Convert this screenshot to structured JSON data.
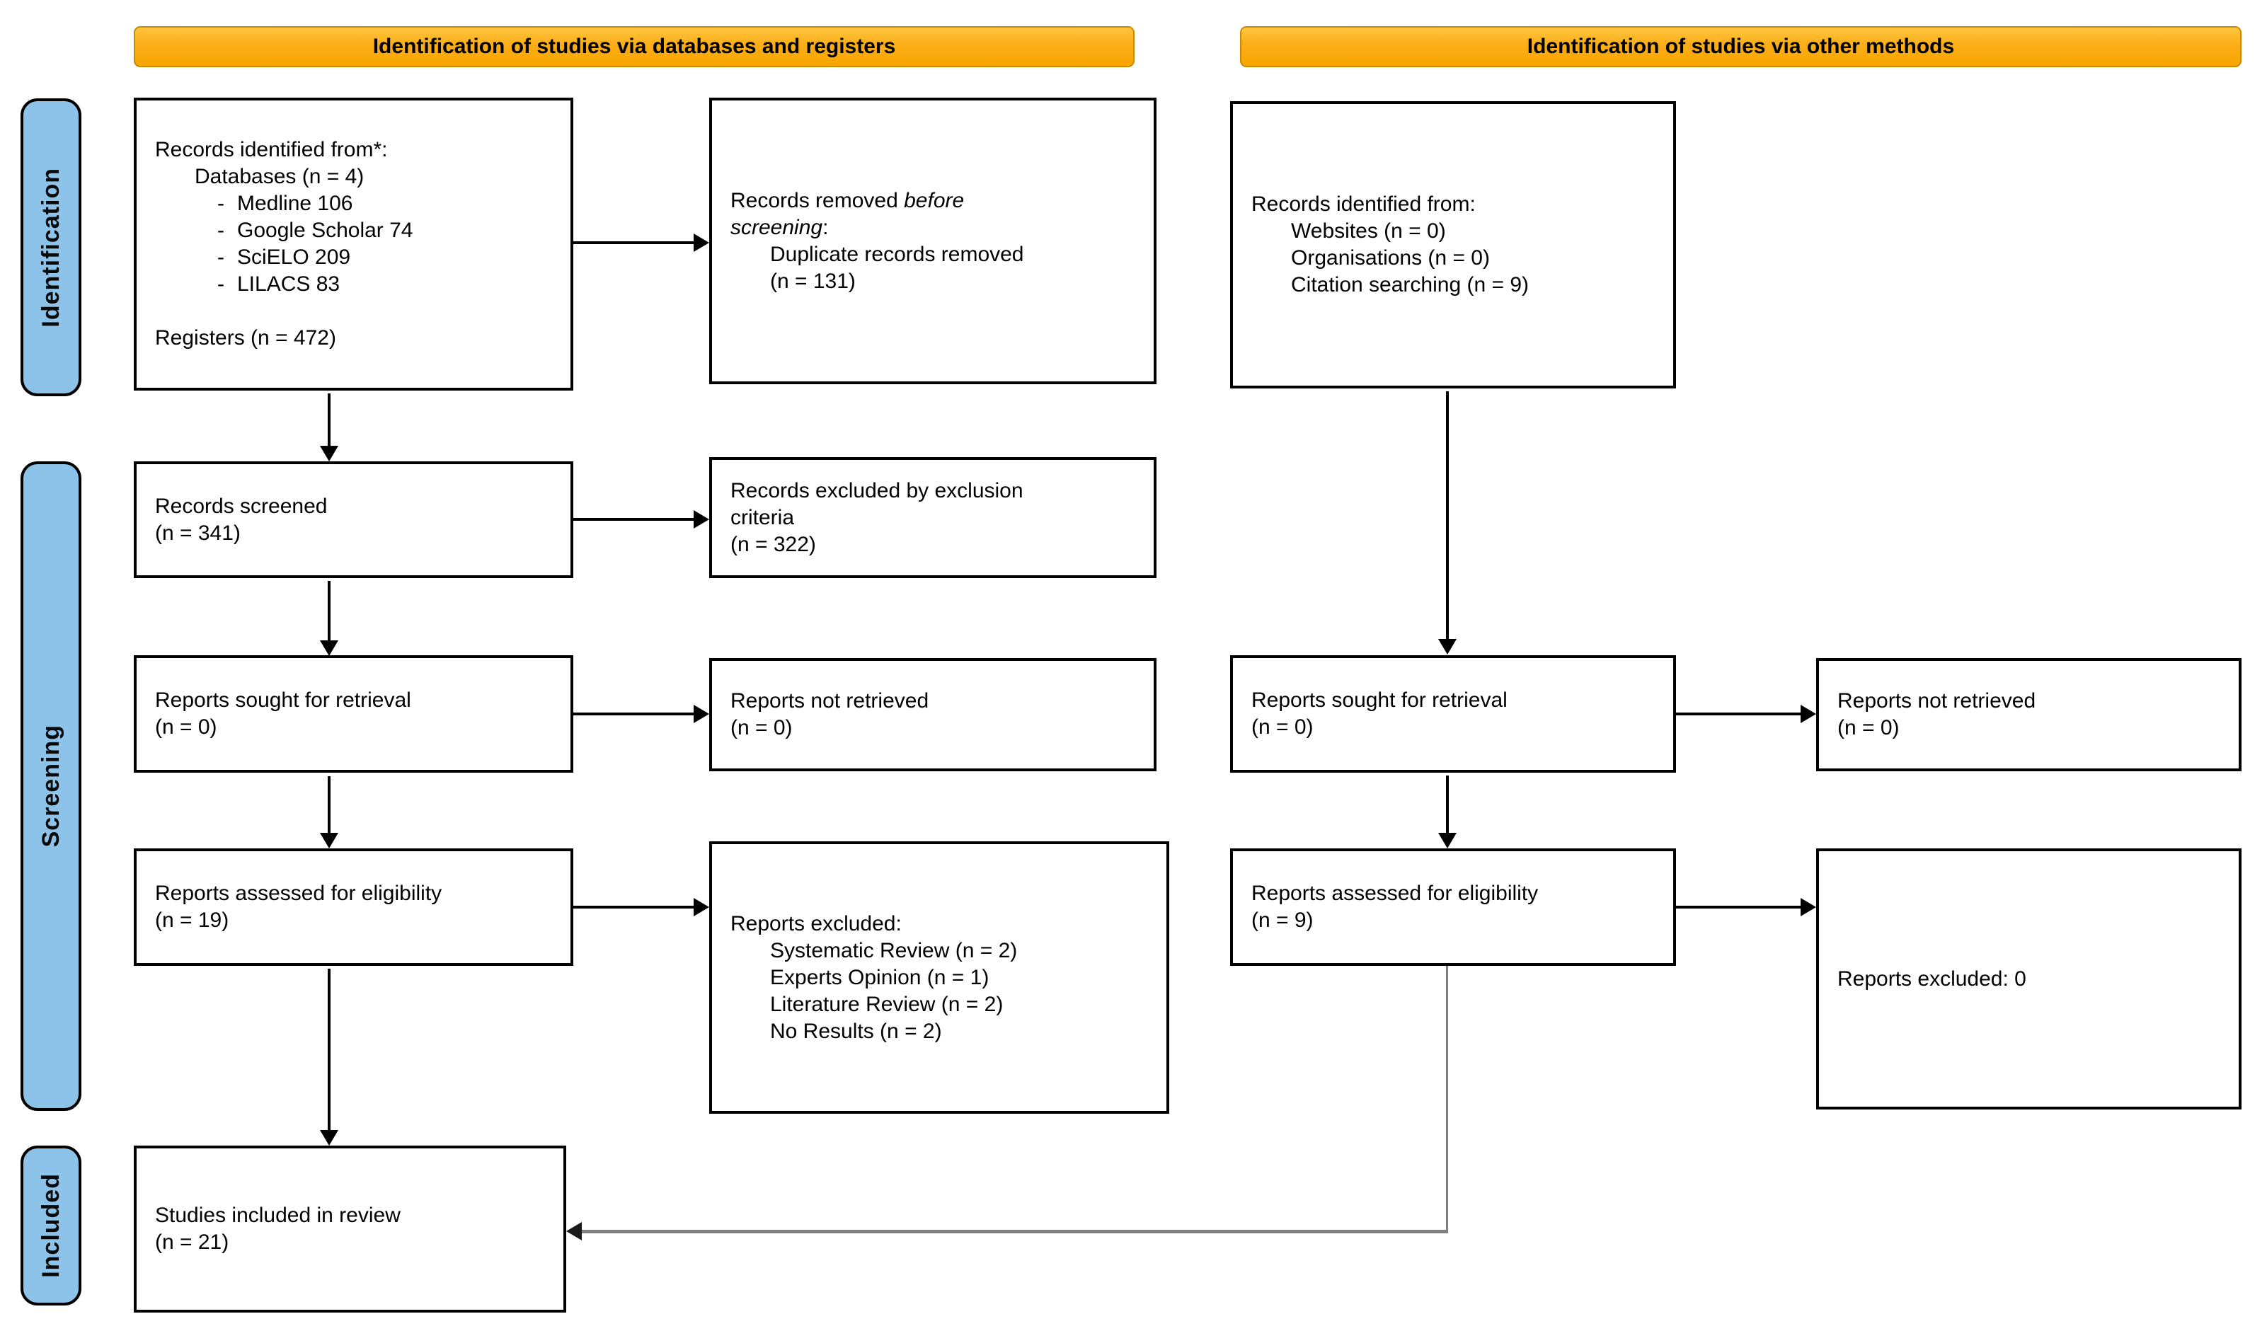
{
  "banners": {
    "databases": "Identification of studies via databases and registers",
    "other": "Identification of studies via other methods"
  },
  "stages": {
    "identification": "Identification",
    "screening": "Screening",
    "included": "Included"
  },
  "glyphs": {
    "dash": "-"
  },
  "colors": {
    "banner_fill": "#fbad18",
    "banner_border": "#c88a00",
    "stage_fill": "#8dc3e8",
    "box_border": "#000000",
    "arrow_black": "#000000",
    "arrow_gray": "#7f7f7f"
  },
  "boxes": {
    "db_identified": {
      "heading": "Records identified from*:",
      "sub": "Databases (n = 4)",
      "items": [
        "Medline 106",
        "Google Scholar 74",
        "SciELO 209",
        "LILACS 83"
      ],
      "registers": "Registers (n = 472)"
    },
    "removed": {
      "line1_pre": "Records removed ",
      "line1_italic": "before",
      "line2_italic": "screening",
      "line2_post": ":",
      "detail": "Duplicate records removed",
      "detail_n": "(n = 131)"
    },
    "other_identified": {
      "heading": "Records identified from:",
      "items": [
        "Websites (n = 0)",
        "Organisations (n = 0)",
        "Citation searching (n = 9)"
      ]
    },
    "screened": {
      "line1": "Records screened",
      "line2": "(n = 341)"
    },
    "excluded_screening": {
      "line1": "Records excluded by exclusion",
      "line2": "criteria",
      "line3": "(n = 322)"
    },
    "sought_db": {
      "line1": "Reports sought for retrieval",
      "line2": "(n = 0)"
    },
    "not_retrieved_db": {
      "line1": "Reports not retrieved",
      "line2": "(n = 0)"
    },
    "sought_other": {
      "line1": "Reports sought for retrieval",
      "line2": "(n = 0)"
    },
    "not_retrieved_other": {
      "line1": "Reports not retrieved",
      "line2": "(n = 0)"
    },
    "assessed_db": {
      "line1": "Reports assessed for eligibility",
      "line2": "(n = 19)"
    },
    "excluded_eligibility": {
      "heading": "Reports excluded:",
      "items": [
        "Systematic Review (n = 2)",
        "Experts Opinion (n = 1)",
        "Literature Review (n = 2)",
        "No Results (n = 2)"
      ]
    },
    "assessed_other": {
      "line1": "Reports assessed for eligibility",
      "line2": "(n = 9)"
    },
    "excluded_other": {
      "line1": "Reports excluded: 0"
    },
    "included": {
      "line1": "Studies included in review",
      "line2": "(n = 21)"
    }
  }
}
